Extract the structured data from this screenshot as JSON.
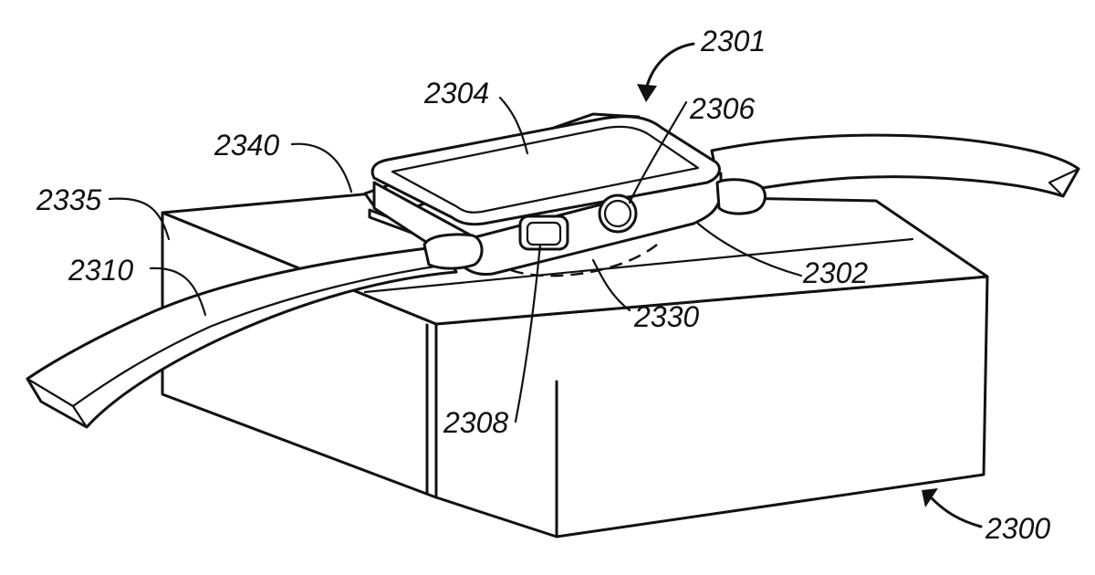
{
  "figure": {
    "labels": {
      "assembly": "2300",
      "device": "2301",
      "housing": "2302",
      "face": "2304",
      "crown": "2306",
      "button": "2308",
      "band": "2310",
      "coil": "2330",
      "dock_side": "2335",
      "dock_top": "2340"
    }
  }
}
